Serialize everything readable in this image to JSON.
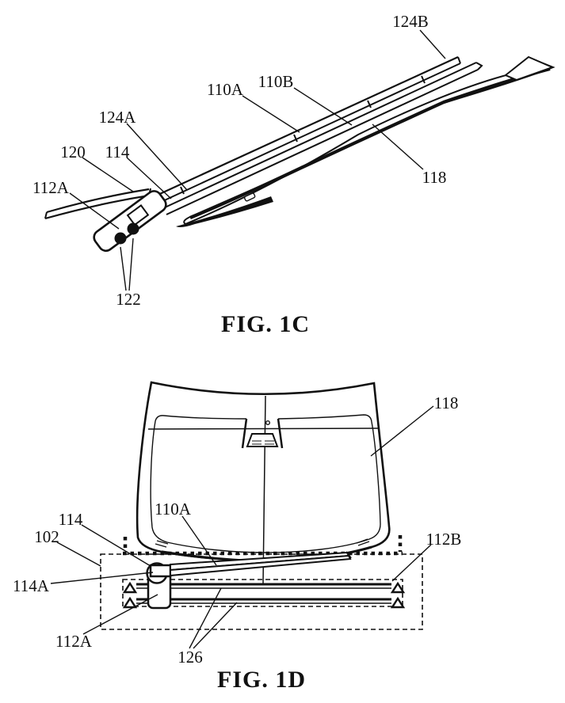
{
  "page": {
    "background": "#ffffff",
    "ink_color": "#111111"
  },
  "figure_1c": {
    "caption": "FIG. 1C",
    "labels": {
      "n124B": "124B",
      "n110A": "110A",
      "n110B": "110B",
      "n124A": "124A",
      "n120": "120",
      "n114": "114",
      "n112A": "112A",
      "n122": "122",
      "n118": "118"
    }
  },
  "figure_1d": {
    "caption": "FIG. 1D",
    "labels": {
      "n118": "118",
      "n110A": "110A",
      "n114": "114",
      "n102": "102",
      "n114A": "114A",
      "n112A": "112A",
      "n126": "126",
      "n112B": "112B"
    }
  }
}
